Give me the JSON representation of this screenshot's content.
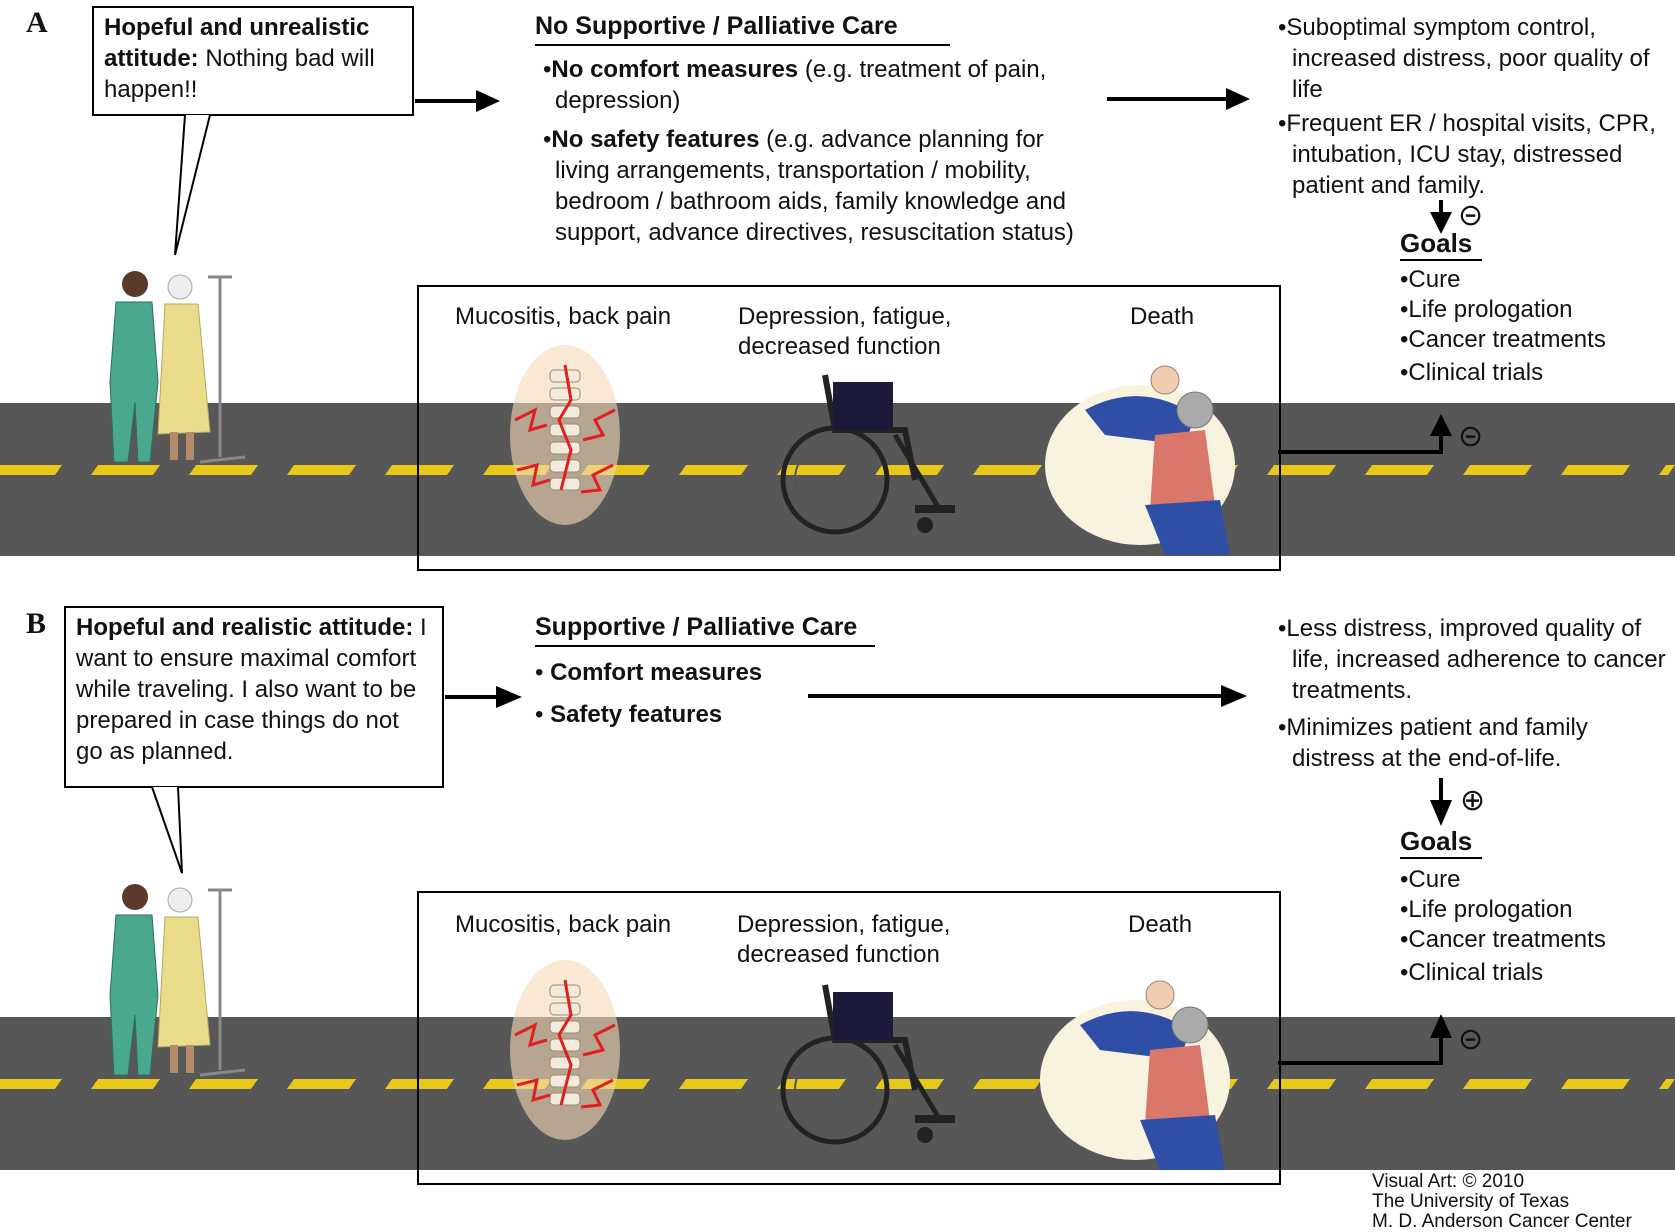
{
  "panel_a": {
    "letter": "A",
    "bubble": {
      "bold": "Hopeful and unrealistic attitude:",
      "text": "Nothing bad will happen!!"
    },
    "care_title": "No Supportive / Palliative Care",
    "bullets": [
      {
        "bold": "No comfort measures",
        "text": " (e.g. treatment of pain, depression)"
      },
      {
        "bold": "No safety features",
        "text": " (e.g. advance planning for living arrangements, transportation / mobility, bedroom / bathroom aids, family knowledge and support, advance directives, resuscitation status)"
      }
    ],
    "outcomes": [
      "Suboptimal symptom control, increased distress, poor quality of life",
      "Frequent ER / hospital visits, CPR, intubation, ICU stay, distressed patient and family."
    ],
    "goals_sign": "⊝",
    "road_sign": "⊝",
    "goals_title": "Goals",
    "goals": [
      "Cure",
      "Life prologation",
      "Cancer treatments",
      "Clinical trials"
    ],
    "events": [
      "Mucositis, back pain",
      "Depression, fatigue, decreased function",
      "Death"
    ]
  },
  "panel_b": {
    "letter": "B",
    "bubble": {
      "bold": "Hopeful and realistic attitude:",
      "text": "I want to ensure maximal comfort while traveling.  I also want to be prepared in case things do not go as planned."
    },
    "care_title": "Supportive / Palliative Care",
    "bullets": [
      {
        "bold": "Comfort measures",
        "text": ""
      },
      {
        "bold": "Safety features",
        "text": ""
      }
    ],
    "outcomes": [
      "Less distress, improved quality of life, increased adherence to cancer treatments.",
      "Minimizes patient and family distress at the end-of-life."
    ],
    "goals_sign": "⊕",
    "road_sign": "⊝",
    "goals_title": "Goals",
    "goals": [
      "Cure",
      "Life prologation",
      "Cancer treatments",
      "Clinical trials"
    ],
    "events": [
      "Mucositis, back pain",
      "Depression, fatigue, decreased function",
      "Death"
    ]
  },
  "credit": [
    "Visual Art: © 2010",
    "The University of Texas",
    "M. D. Anderson Cancer Center"
  ],
  "colors": {
    "road": "#575757",
    "lane": "#e8c81a",
    "scrubs": "#4aa88f",
    "gown": "#e9dc8a",
    "bed_sheet": "#2f4fa6",
    "shirt": "#d9786a"
  }
}
